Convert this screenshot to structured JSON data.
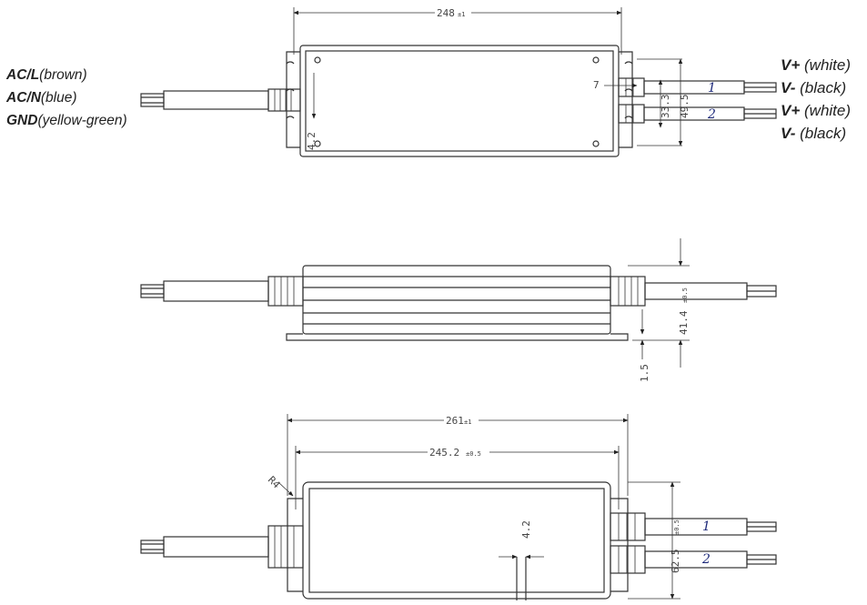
{
  "wiring": {
    "input": [
      {
        "code": "AC/L",
        "color": "(brown)"
      },
      {
        "code": "AC/N",
        "color": "(blue)"
      },
      {
        "code": "GND",
        "color": "(yellow-green)"
      }
    ],
    "output": [
      {
        "code": "V+",
        "color": "(white)"
      },
      {
        "code": "V-",
        "color": "(black)"
      },
      {
        "code": "V+",
        "color": "(white)"
      },
      {
        "code": "V-",
        "color": "(black)"
      }
    ],
    "channels": [
      "1",
      "2"
    ]
  },
  "dimensions": {
    "top_length": {
      "value": "248",
      "tol": "±1"
    },
    "hole_offset": "4.2",
    "cable_pitch": "7",
    "inner_span": "33.3",
    "outer_span": "49.5",
    "height": {
      "value": "41.4",
      "tol": "±0.5"
    },
    "flange": "1.5",
    "total_length": {
      "value": "261",
      "tol": "±1"
    },
    "mount_pitch": {
      "value": "245.2",
      "tol": "±0.5"
    },
    "corner_radius": "R4",
    "slot_width": "4.2",
    "width": {
      "value": "62.5",
      "tol": "±0.5"
    }
  }
}
